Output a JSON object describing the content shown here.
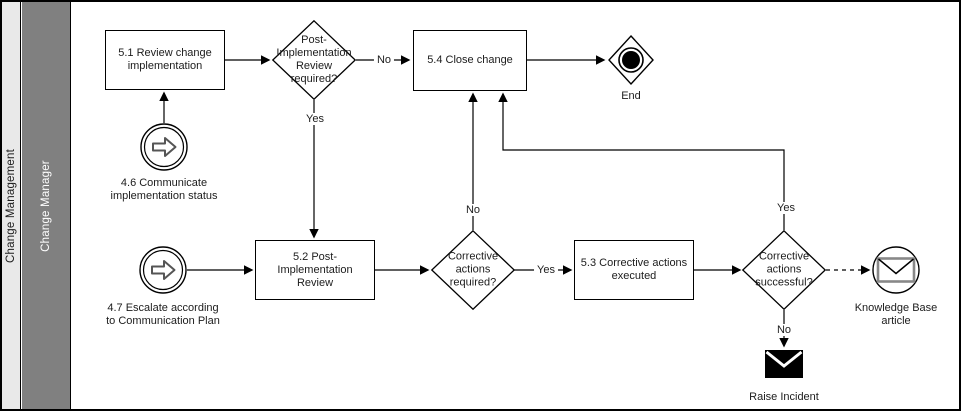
{
  "pool": {
    "label": "Change Management"
  },
  "lane": {
    "label": "Change Manager"
  },
  "nodes": {
    "task_5_1": "5.1 Review change\nimplementation",
    "task_5_4": "5.4 Close change",
    "task_5_2": "5.2 Post-\nImplementation\nReview",
    "task_5_3": "5.3 Corrective actions\nexecuted",
    "gateway_pir": "Post-\nImplementation\nReview\nrequired?",
    "gateway_ca_required": "Corrective\nactions\nrequired?",
    "gateway_ca_successful": "Corrective\nactions\nsuccessful?",
    "event_4_6": "4.6 Communicate\nimplementation status",
    "event_4_7": "4.7 Escalate according\nto Communication Plan",
    "end_event": "End",
    "knowledge_base": "Knowledge Base\narticle",
    "raise_incident": "Raise Incident"
  },
  "edge_labels": {
    "pir_no": "No",
    "pir_yes": "Yes",
    "car_no": "No",
    "car_yes": "Yes",
    "cas_yes": "Yes",
    "cas_no": "No"
  },
  "colors": {
    "lane_outer_bg": "#e9e9e9",
    "lane_inner_bg": "#808080",
    "stroke": "#000000"
  }
}
